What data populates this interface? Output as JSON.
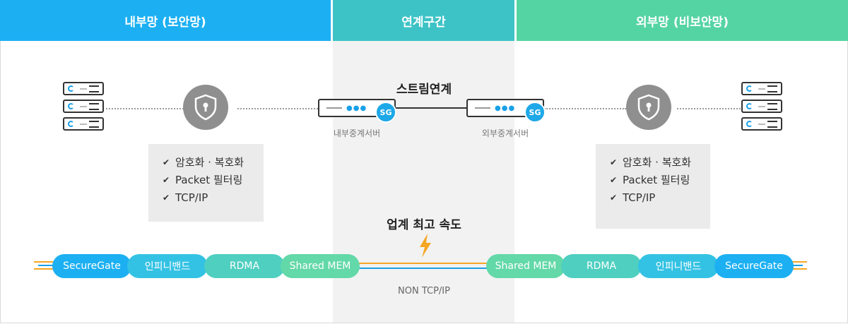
{
  "header": {
    "internal": "내부망 (보안망)",
    "link": "연계구간",
    "external": "외부망 (비보안망)"
  },
  "colors": {
    "internal": "#1cb0f2",
    "link": "#3dc3c6",
    "external": "#55d4a3",
    "link_bg": "#f2f2f2"
  },
  "stream_title": "스트림연계",
  "relay_internal": {
    "badge": "SG",
    "caption": "내부중계서버"
  },
  "relay_external": {
    "badge": "SG",
    "caption": "외부중계서버"
  },
  "features_left": [
    "암호화 · 복호화",
    "Packet 필터링",
    "TCP/IP"
  ],
  "features_right": [
    "암호화 · 복호화",
    "Packet 필터링",
    "TCP/IP"
  ],
  "speed_title": "업계 최고 속도",
  "protocol_label": "NON TCP/IP",
  "pills_left": [
    "SecureGate",
    "인피니밴드",
    "RDMA",
    "Shared MEM"
  ],
  "pills_right": [
    "Shared MEM",
    "RDMA",
    "인피니밴드",
    "SecureGate"
  ],
  "icons": [
    "server-stack-icon",
    "shield-lock-icon",
    "lightning-icon",
    "checkmark-icon"
  ]
}
